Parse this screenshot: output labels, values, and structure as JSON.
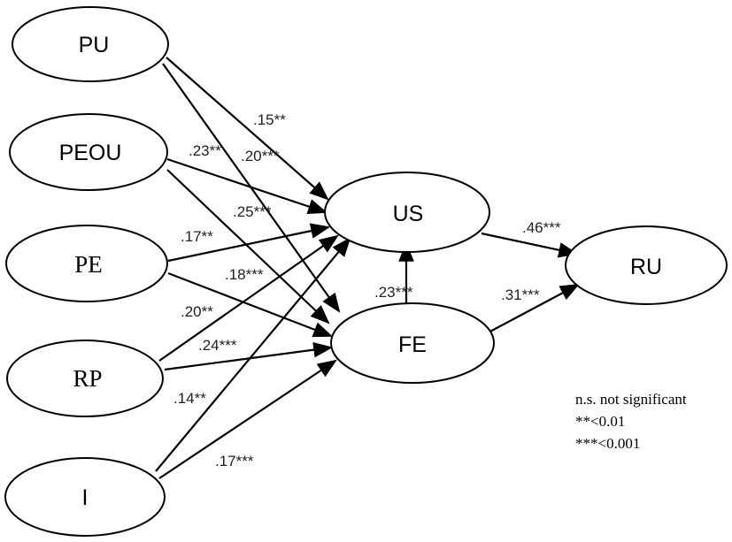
{
  "nodes": {
    "pu": "PU",
    "peou": "PEOU",
    "pe": "PE",
    "rp": "RP",
    "i": "I",
    "us": "US",
    "fe": "FE",
    "ru": "RU"
  },
  "edges": {
    "pu_us": ".15**",
    "pu_fe": ".20***",
    "peou_fe": ".23**",
    "peou_us": ".25***",
    "pe_us": ".17**",
    "pe_fe": ".18***",
    "rp_us": ".20**",
    "rp_fe": ".24***",
    "i_us": ".14**",
    "i_fe": ".17***",
    "fe_us": ".23***",
    "us_ru": ".46***",
    "fe_ru": ".31***"
  },
  "legend": {
    "line1": "n.s. not significant",
    "line2": "**<0.01",
    "line3": "***<0.001"
  }
}
